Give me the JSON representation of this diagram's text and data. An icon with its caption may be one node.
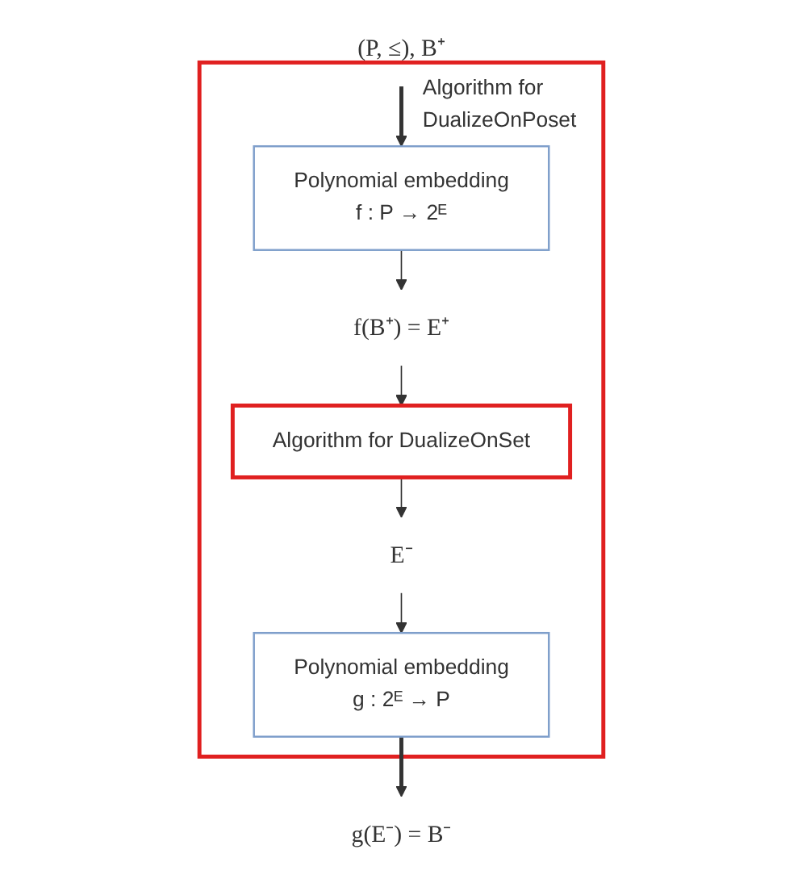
{
  "diagram": {
    "nodes": [
      {
        "text": [
          "(P, ≤), B⁺"
        ]
      },
      {
        "text": [
          "Algorithm for DualizeOnPoset"
        ]
      },
      {
        "text": [
          "Polynomial embedding",
          "f : P → 2ᴱ"
        ],
        "in": 1
      },
      {
        "text": [
          "f(B⁺) = E⁺"
        ],
        "in": 1
      },
      {
        "text": [
          "Algorithm for DualizeOnSet"
        ],
        "in": 1
      },
      {
        "text": [
          "E⁻"
        ],
        "in": 1
      },
      {
        "text": [
          "Polynomial embedding",
          "g : 2ᴱ → P"
        ],
        "in": 1
      },
      {
        "text": [
          "g(E⁻) = B⁻"
        ]
      }
    ],
    "edges": [
      {
        "from": 0,
        "to": 2,
        "arrow": "to",
        "style": "thick"
      },
      {
        "from": 2,
        "to": 3,
        "arrow": "to"
      },
      {
        "from": 3,
        "to": 4,
        "arrow": "to"
      },
      {
        "from": 4,
        "to": 5,
        "arrow": "to"
      },
      {
        "from": 5,
        "to": 6,
        "arrow": "to"
      },
      {
        "from": 6,
        "to": 7,
        "arrow": "to",
        "style": "thick"
      }
    ]
  }
}
